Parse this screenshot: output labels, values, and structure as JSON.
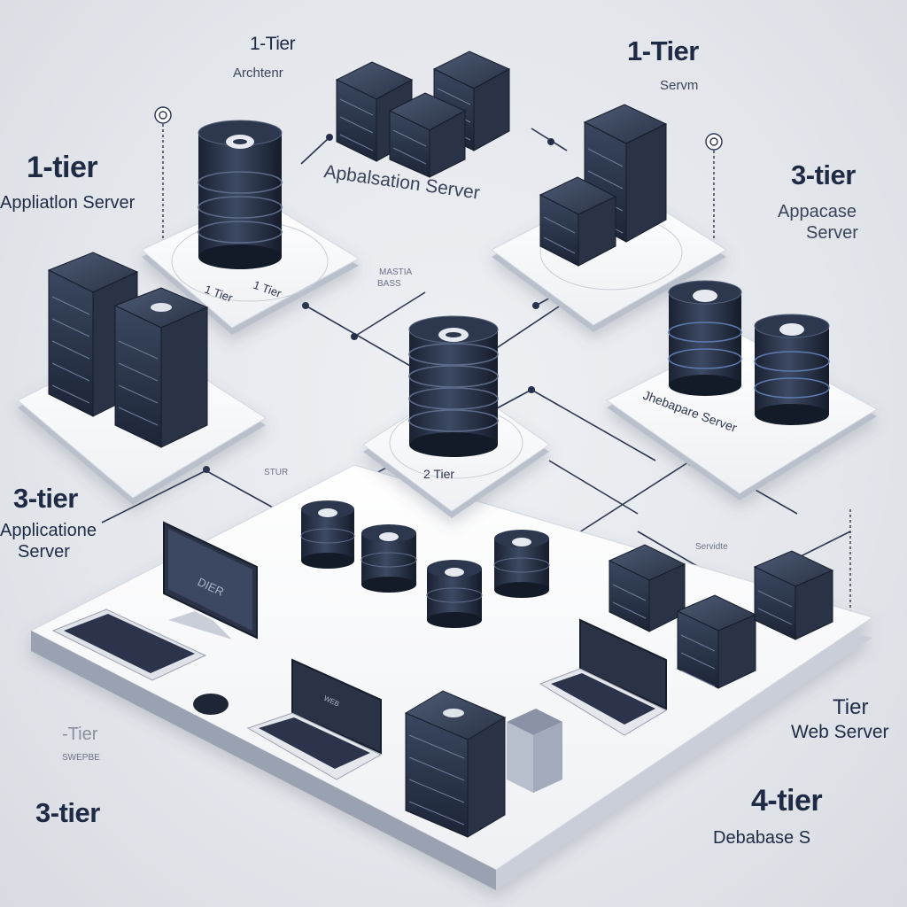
{
  "labels": {
    "top_left_tier": "1-Tier",
    "top_left_sub": "Archtenr",
    "top_right_tier": "1-Tier",
    "top_right_sub": "Servm",
    "left_tier": "1-tier",
    "left_sub": "Appliatlon Server",
    "center_top": "Apbalsation Server",
    "right_tier": "3-tier",
    "right_sub_1": "Appacase",
    "right_sub_2": "Server",
    "small_note_1": "MASTIA",
    "small_note_2": "BASS",
    "platform_left_label": "1 Tier",
    "platform_left_label_2": "1 Tier",
    "center_platform_label": "2 Tier",
    "database_server": "Jhebapare Server",
    "mid_left_tier": "3-tier",
    "mid_left_sub_1": "Applicatione",
    "mid_left_sub_2": "Server",
    "small_note_3": "STUR",
    "small_note_4": "Servidte",
    "monitor_text": "DIER",
    "laptop_text": "WEB",
    "right_lower_tier": "Tier",
    "right_lower_sub": "Web Server",
    "bottom_left_faded": "-Tier",
    "bottom_left_faded_sub": "SWEPBE",
    "bottom_left_tier": "3-tier",
    "bottom_right_tier": "4-tier",
    "bottom_right_sub": "Debabase S"
  }
}
